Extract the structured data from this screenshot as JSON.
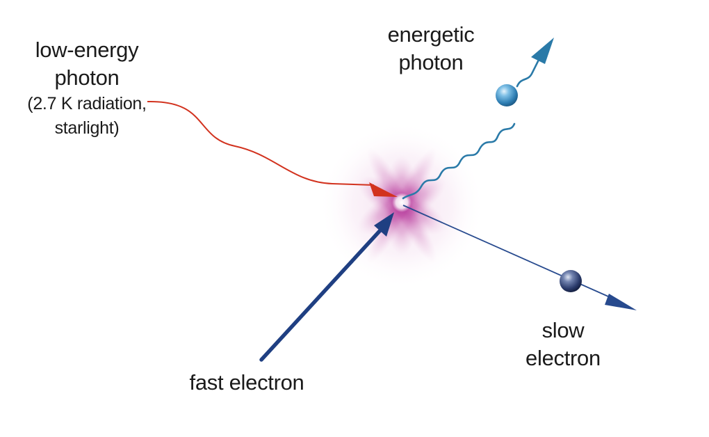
{
  "labels": {
    "low_energy_photon": {
      "line1": "low-energy",
      "line2": "photon",
      "line3": "(2.7 K radiation,",
      "line4": "starlight)"
    },
    "energetic_photon": {
      "line1": "energetic",
      "line2": "photon"
    },
    "slow_electron": {
      "line1": "slow",
      "line2": "electron"
    },
    "fast_electron": "fast electron"
  },
  "colors": {
    "incoming_photon": "#d2321e",
    "outgoing_photon": "#2a7aa8",
    "fast_electron": "#1f3f82",
    "slow_electron": "#274a8e",
    "collision_glow": "#b43c9b",
    "photon_ball": "#3e92c4",
    "electron_ball": "#2d3f73"
  }
}
